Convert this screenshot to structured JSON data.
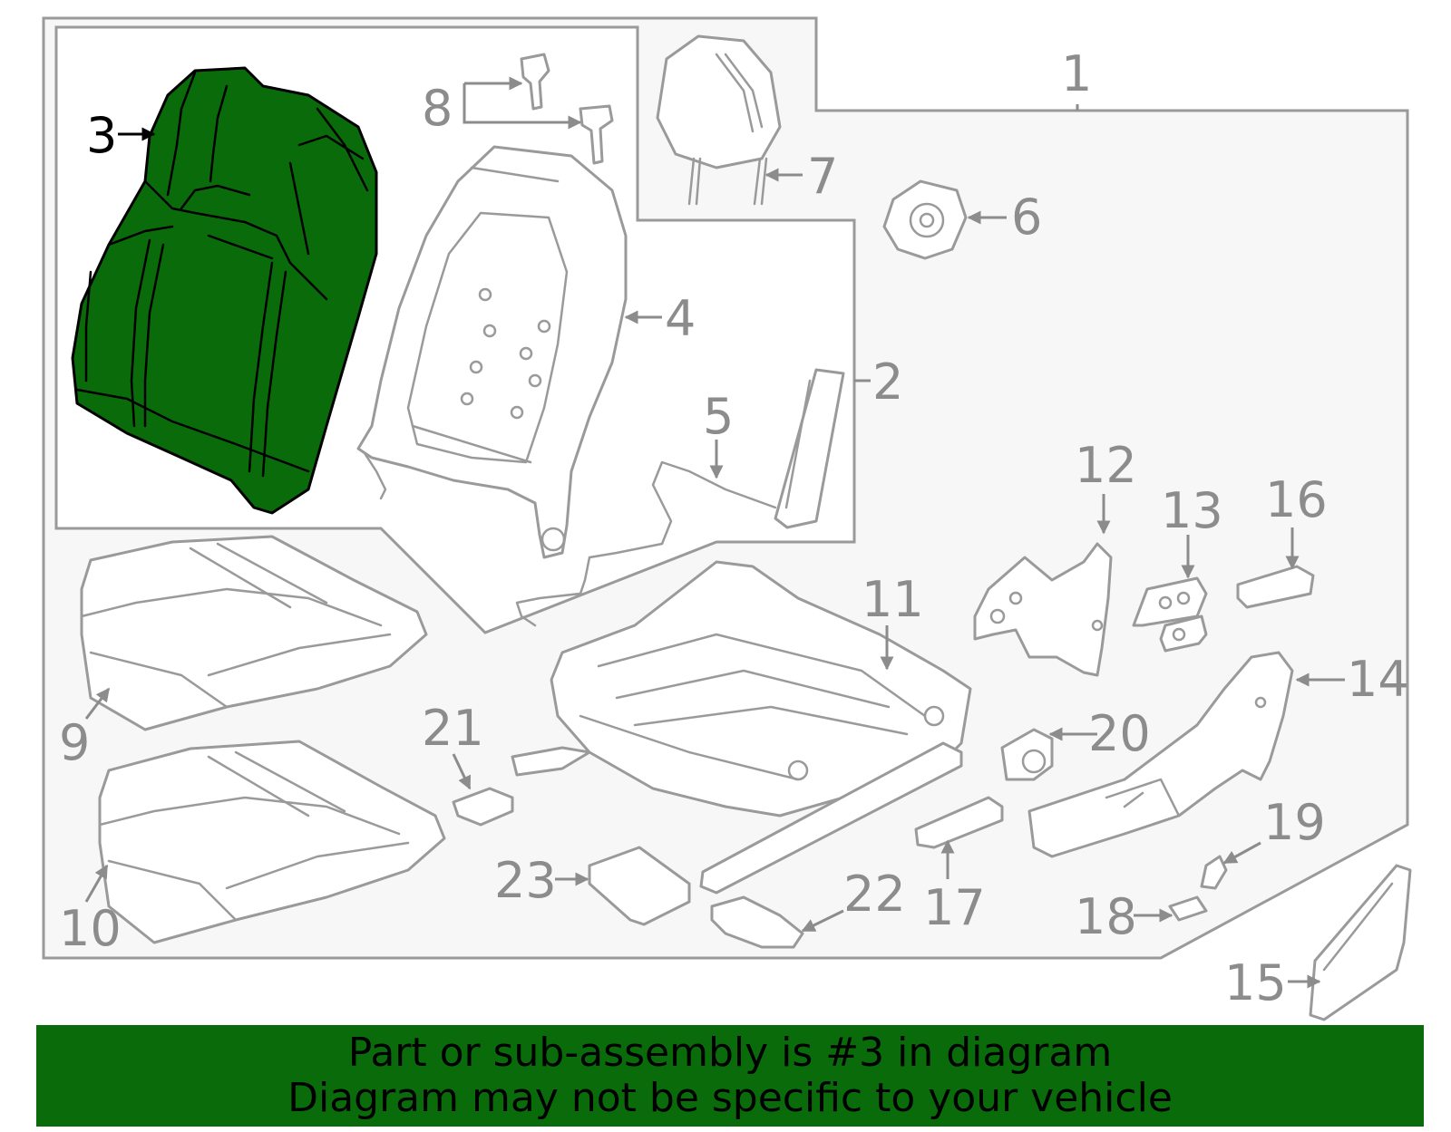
{
  "highlighted_part": "3",
  "colors": {
    "highlight": "#0a6b0a",
    "line": "#9a9a9a",
    "label": "#8c8c8c",
    "background_panel": "#f7f7f7"
  },
  "callouts": [
    "1",
    "2",
    "3",
    "4",
    "5",
    "6",
    "7",
    "8",
    "9",
    "10",
    "11",
    "12",
    "13",
    "14",
    "15",
    "16",
    "17",
    "18",
    "19",
    "20",
    "21",
    "22",
    "23"
  ],
  "footer": {
    "line1": "Part or sub-assembly is #3 in diagram",
    "line2": "Diagram may not be specific to your vehicle"
  }
}
